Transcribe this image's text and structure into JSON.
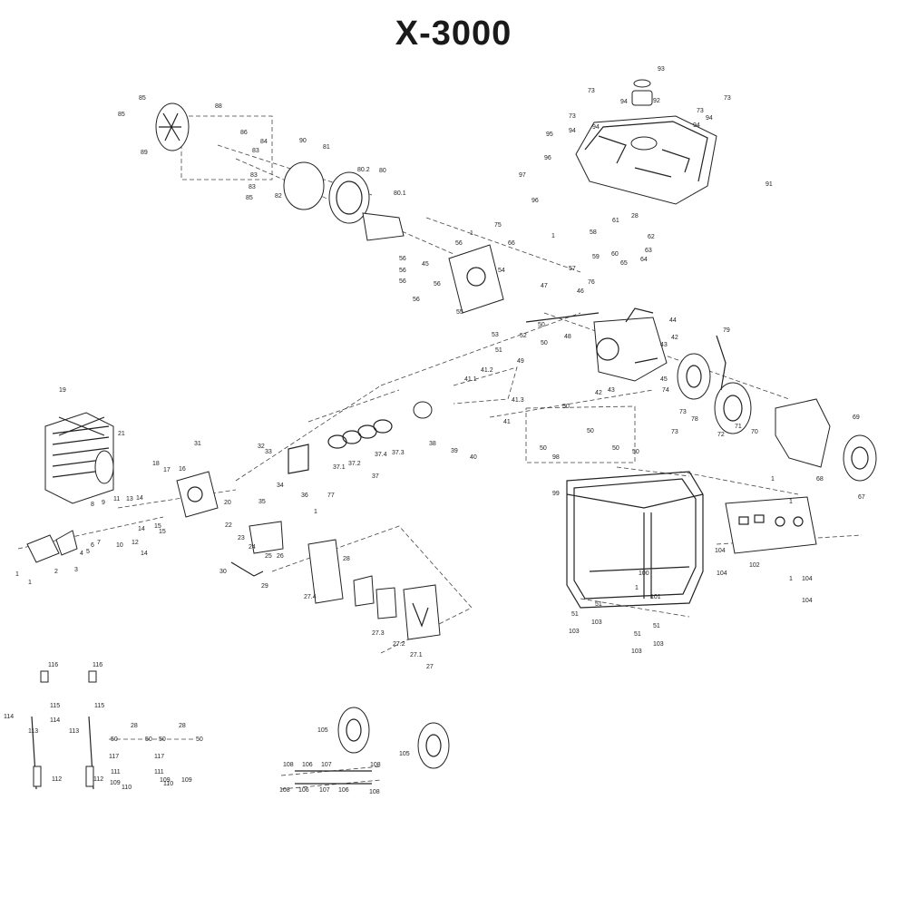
{
  "title": "X-3000",
  "part_numbers": [
    "1",
    "2",
    "3",
    "4",
    "5",
    "6",
    "7",
    "8",
    "9",
    "10",
    "11",
    "12",
    "13",
    "14",
    "15",
    "16",
    "17",
    "18",
    "19",
    "20",
    "21",
    "22",
    "23",
    "24",
    "25",
    "26",
    "27",
    "27.1",
    "27.2",
    "27.3",
    "27.4",
    "28",
    "29",
    "30",
    "31",
    "32",
    "33",
    "34",
    "35",
    "36",
    "37",
    "37.1",
    "37.2",
    "37.3",
    "37.4",
    "38",
    "39",
    "40",
    "41",
    "41.1",
    "41.2",
    "41.3",
    "42",
    "43",
    "44",
    "45",
    "46",
    "47",
    "48",
    "49",
    "50",
    "51",
    "52",
    "53",
    "54",
    "55",
    "56",
    "57",
    "58",
    "59",
    "60",
    "61",
    "62",
    "63",
    "64",
    "65",
    "66",
    "67",
    "68",
    "69",
    "70",
    "71",
    "72",
    "73",
    "74",
    "75",
    "76",
    "77",
    "78",
    "79",
    "80",
    "80.1",
    "80.2",
    "81",
    "82",
    "83",
    "84",
    "85",
    "86",
    "88",
    "89",
    "90",
    "91",
    "92",
    "93",
    "94",
    "95",
    "96",
    "97",
    "98",
    "99",
    "100",
    "101",
    "102",
    "103",
    "104",
    "105",
    "106",
    "107",
    "108",
    "109",
    "110",
    "111",
    "112",
    "113",
    "114",
    "115",
    "116",
    "117"
  ]
}
